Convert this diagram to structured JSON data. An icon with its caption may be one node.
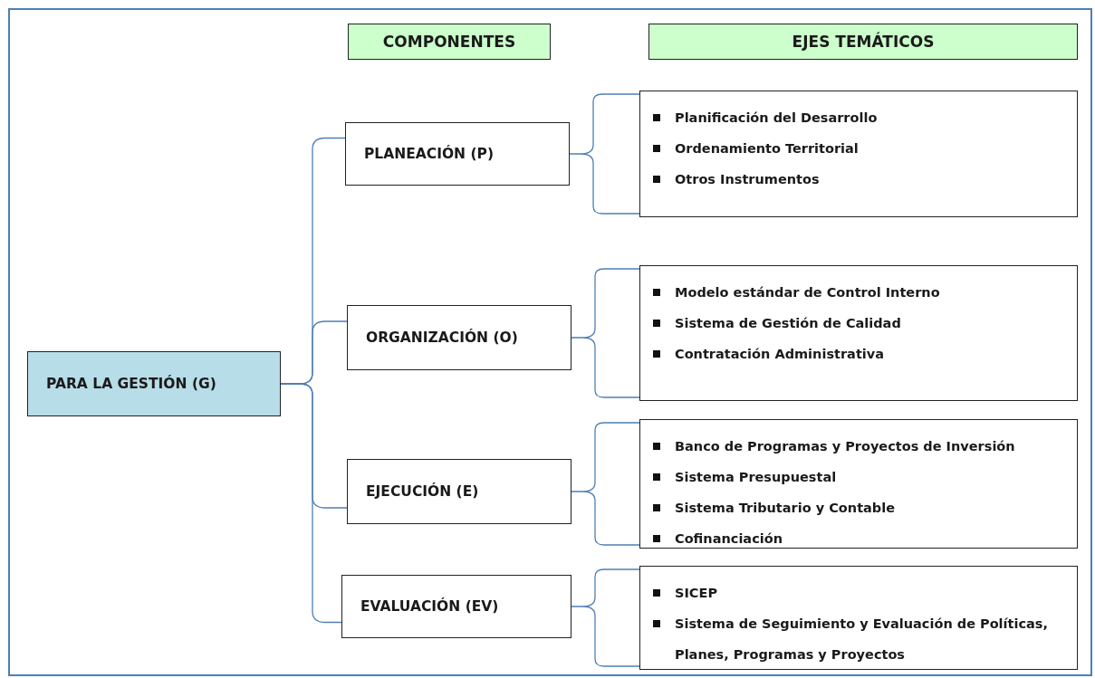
{
  "diagram": {
    "nodes": [
      {
        "text": [
          "COMPONENTES"
        ]
      },
      {
        "text": [
          "EJES TEMÁTICOS"
        ]
      },
      {
        "text": [
          "PARA LA GESTIÓN (G)"
        ]
      },
      {
        "text": [
          "PLANEACIÓN (P)"
        ]
      },
      {
        "text": [
          "Planificación del Desarrollo",
          "Ordenamiento Territorial",
          "Otros Instrumentos"
        ]
      },
      {
        "text": [
          "ORGANIZACIÓN (O)"
        ]
      },
      {
        "text": [
          "Modelo estándar de Control Interno",
          "Sistema de Gestión de Calidad",
          "Contratación Administrativa"
        ]
      },
      {
        "text": [
          "EJECUCIÓN (E)"
        ]
      },
      {
        "text": [
          "Banco de Programas y Proyectos de Inversión",
          "Sistema Presupuestal",
          "Sistema Tributario y Contable",
          "Cofinanciación"
        ]
      },
      {
        "text": [
          "EVALUACIÓN (EV)"
        ]
      },
      {
        "text": [
          "SICEP",
          "Sistema de Seguimiento y Evaluación de Políticas, Planes, Programas y Proyectos"
        ]
      }
    ],
    "edges": [
      {
        "from": 2,
        "to": 3,
        "arrow": "none"
      },
      {
        "from": 2,
        "to": 5,
        "arrow": "none"
      },
      {
        "from": 2,
        "to": 7,
        "arrow": "none"
      },
      {
        "from": 2,
        "to": 9,
        "arrow": "none"
      },
      {
        "from": 3,
        "to": 4,
        "arrow": "none"
      },
      {
        "from": 5,
        "to": 6,
        "arrow": "none"
      },
      {
        "from": 7,
        "to": 8,
        "arrow": "none"
      },
      {
        "from": 9,
        "to": 10,
        "arrow": "none"
      }
    ]
  }
}
